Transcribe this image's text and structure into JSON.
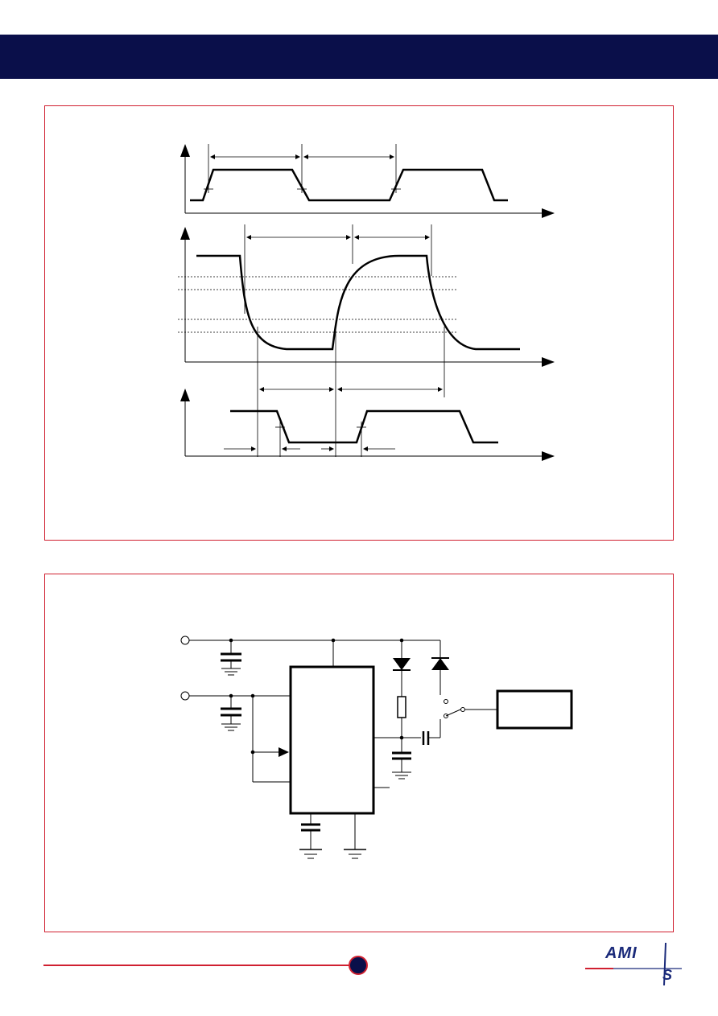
{
  "header": {
    "color": "#0a0f4a"
  },
  "footer": {
    "line_color": "#d02030",
    "page_dot_color": "#0a0f4a"
  },
  "logo": {
    "main_text": "AMI",
    "sub_text": "S",
    "color": "#1a2a7a"
  },
  "figures": [
    {
      "id": "timing-diagram",
      "description_visible_text": ""
    },
    {
      "id": "application-circuit",
      "description_visible_text": ""
    }
  ]
}
